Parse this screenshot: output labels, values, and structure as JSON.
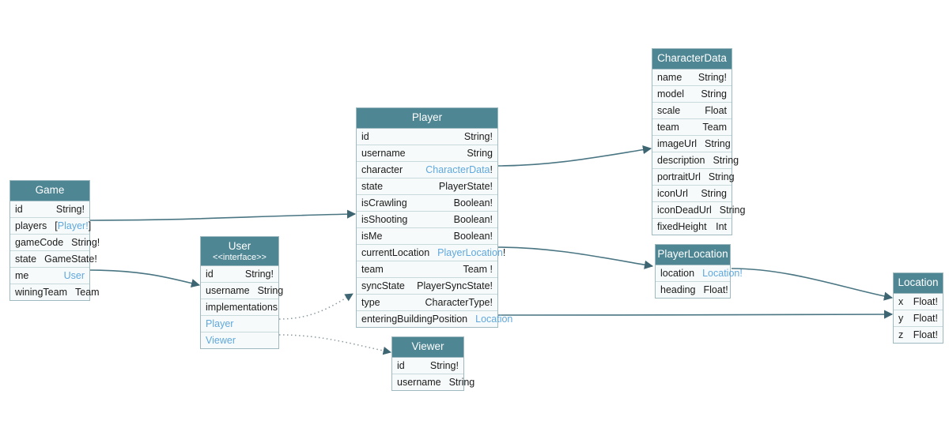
{
  "diagram": {
    "title": "GraphQL Schema Diagram",
    "type": "class-diagram",
    "colors": {
      "header_bg": "#4e8694",
      "header_text": "#ffffff",
      "row_bg": "#f7fafa",
      "border": "#9fb9c0",
      "row_divider": "#c9dadd",
      "link_text": "#5fa8dd",
      "plain_text": "#1a1a1a",
      "edge": "#4a7683",
      "background": "#ffffff"
    }
  },
  "entities": {
    "game": {
      "name": "Game",
      "fields": [
        {
          "name": "id",
          "type": "String!",
          "link": false
        },
        {
          "name": "players",
          "type": "[Player!]",
          "link": true,
          "prefix": "[",
          "link_text": "Player!",
          "suffix": "]"
        },
        {
          "name": "gameCode",
          "type": "String!",
          "link": false
        },
        {
          "name": "state",
          "type": "GameState!",
          "link": false
        },
        {
          "name": "me",
          "type": "User",
          "link": true
        },
        {
          "name": "winingTeam",
          "type": "Team",
          "link": false
        }
      ]
    },
    "user": {
      "name": "User",
      "stereotype": "<<interface>>",
      "fields": [
        {
          "name": "id",
          "type": "String!",
          "link": false
        },
        {
          "name": "username",
          "type": "String",
          "link": false
        }
      ],
      "implementations_label": "implementations",
      "implementations": [
        {
          "name": "Player"
        },
        {
          "name": "Viewer"
        }
      ]
    },
    "player": {
      "name": "Player",
      "fields": [
        {
          "name": "id",
          "type": "String!",
          "link": false
        },
        {
          "name": "username",
          "type": "String",
          "link": false
        },
        {
          "name": "character",
          "type": "CharacterData!",
          "link": true,
          "link_text": "CharacterData",
          "suffix": "!"
        },
        {
          "name": "state",
          "type": "PlayerState!",
          "link": false
        },
        {
          "name": "isCrawling",
          "type": "Boolean!",
          "link": false
        },
        {
          "name": "isShooting",
          "type": "Boolean!",
          "link": false
        },
        {
          "name": "isMe",
          "type": "Boolean!",
          "link": false
        },
        {
          "name": "currentLocation",
          "type": "PlayerLocation!",
          "link": true,
          "link_text": "PlayerLocation",
          "suffix": "!"
        },
        {
          "name": "team",
          "type": "Team !",
          "link": false
        },
        {
          "name": "syncState",
          "type": "PlayerSyncState!",
          "link": false
        },
        {
          "name": "type",
          "type": "CharacterType!",
          "link": false
        },
        {
          "name": "enteringBuildingPosition",
          "type": "Location",
          "link": true
        }
      ]
    },
    "viewer": {
      "name": "Viewer",
      "fields": [
        {
          "name": "id",
          "type": "String!",
          "link": false
        },
        {
          "name": "username",
          "type": "String",
          "link": false
        }
      ]
    },
    "character_data": {
      "name": "CharacterData",
      "fields": [
        {
          "name": "name",
          "type": "String!",
          "link": false
        },
        {
          "name": "model",
          "type": "String",
          "link": false
        },
        {
          "name": "scale",
          "type": "Float",
          "link": false
        },
        {
          "name": "team",
          "type": "Team",
          "link": false
        },
        {
          "name": "imageUrl",
          "type": "String",
          "link": false
        },
        {
          "name": "description",
          "type": "String",
          "link": false
        },
        {
          "name": "portraitUrl",
          "type": "String",
          "link": false
        },
        {
          "name": "iconUrl",
          "type": "String",
          "link": false
        },
        {
          "name": "iconDeadUrl",
          "type": "String",
          "link": false
        },
        {
          "name": "fixedHeight",
          "type": "Int",
          "link": false
        }
      ]
    },
    "player_location": {
      "name": "PlayerLocation",
      "fields": [
        {
          "name": "location",
          "type": "Location!",
          "link": true
        },
        {
          "name": "heading",
          "type": "Float!",
          "link": false
        }
      ]
    },
    "location": {
      "name": "Location",
      "fields": [
        {
          "name": "x",
          "type": "Float!",
          "link": false
        },
        {
          "name": "y",
          "type": "Float!",
          "link": false
        },
        {
          "name": "z",
          "type": "Float!",
          "link": false
        }
      ]
    }
  },
  "edges": [
    {
      "from": "game.players",
      "to": "player",
      "style": "solid"
    },
    {
      "from": "game.me",
      "to": "user",
      "style": "solid"
    },
    {
      "from": "user.Player",
      "to": "player",
      "style": "dotted"
    },
    {
      "from": "user.Viewer",
      "to": "viewer",
      "style": "dotted"
    },
    {
      "from": "player.character",
      "to": "character_data",
      "style": "solid"
    },
    {
      "from": "player.currentLocation",
      "to": "player_location",
      "style": "solid"
    },
    {
      "from": "player.enteringBuildingPosition",
      "to": "location",
      "style": "solid"
    },
    {
      "from": "player_location.location",
      "to": "location",
      "style": "solid"
    }
  ]
}
